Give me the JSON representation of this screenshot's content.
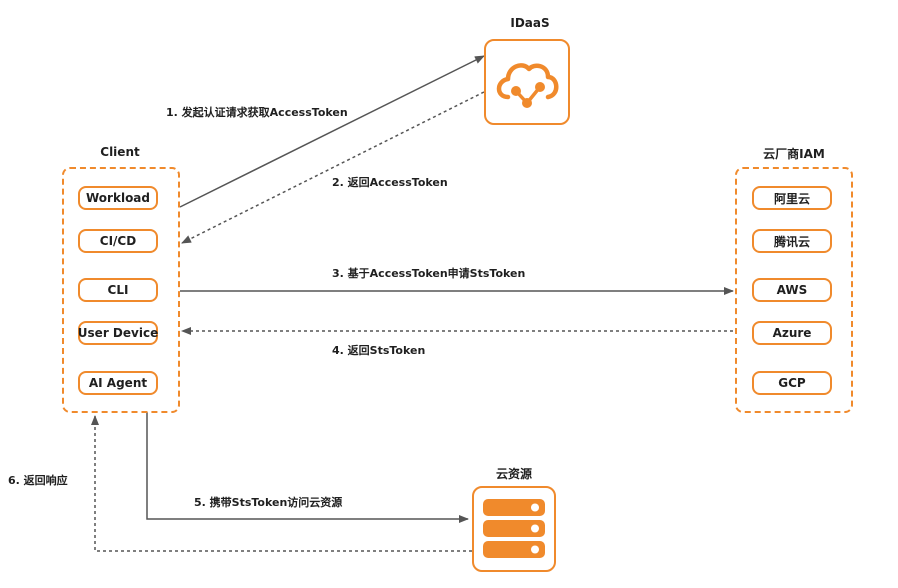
{
  "idaas": {
    "title": "IDaaS",
    "icon": "cloud-network-icon"
  },
  "client": {
    "title": "Client",
    "items": [
      "Workload",
      "CI/CD",
      "CLI",
      "User Device",
      "AI Agent"
    ]
  },
  "cloud_iam": {
    "title": "云厂商IAM",
    "items": [
      "阿里云",
      "腾讯云",
      "AWS",
      "Azure",
      "GCP"
    ]
  },
  "cloud_resource": {
    "title": "云资源",
    "icon": "server-stack-icon"
  },
  "edges": [
    {
      "label": "1. 发起认证请求获取AccessToken",
      "style": "solid"
    },
    {
      "label": "2. 返回AccessToken",
      "style": "dashed"
    },
    {
      "label": "3. 基于AccessToken申请StsToken",
      "style": "solid"
    },
    {
      "label": "4. 返回StsToken",
      "style": "dashed"
    },
    {
      "label": "5. 携带StsToken访问云资源",
      "style": "solid"
    },
    {
      "label": "6. 返回响应",
      "style": "dashed"
    }
  ],
  "colors": {
    "accent": "#f08a2c",
    "line": "#555555"
  }
}
